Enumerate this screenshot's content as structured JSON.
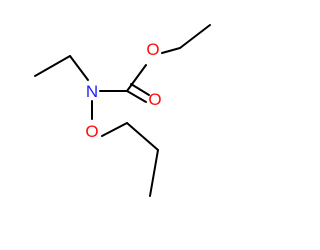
{
  "molecule": {
    "atoms": [
      {
        "id": "N1",
        "element": "N",
        "label": "N",
        "color": "#1f1fff"
      },
      {
        "id": "O_carbonyl",
        "element": "O",
        "label": "O",
        "color": "#ff0d0d"
      },
      {
        "id": "O_ester",
        "element": "O",
        "label": "O",
        "color": "#ff0d0d"
      },
      {
        "id": "O_alkoxy",
        "element": "O",
        "label": "O",
        "color": "#ff0d0d"
      }
    ],
    "bond_color": "#000000"
  }
}
